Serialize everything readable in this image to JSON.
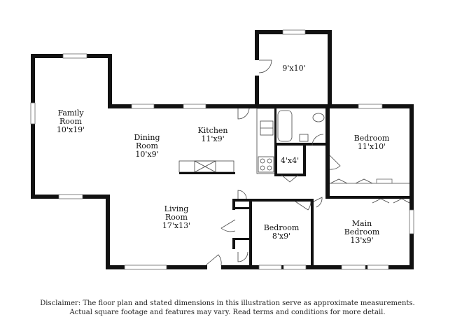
{
  "rooms": {
    "family_room": {
      "name_line1": "Family",
      "name_line2": "Room",
      "size": "10'x19'"
    },
    "dining_room": {
      "name_line1": "Dining",
      "name_line2": "Room",
      "size": "10'x9'"
    },
    "kitchen": {
      "name": "Kitchen",
      "size": "11'x9'"
    },
    "living_room": {
      "name_line1": "Living",
      "name_line2": "Room",
      "size": "17'x13'"
    },
    "utility": {
      "size": "9'x10'"
    },
    "closet": {
      "size": "4'x4'"
    },
    "bedroom_1": {
      "name": "Bedroom",
      "size": "11'x10'"
    },
    "bedroom_2": {
      "name": "Bedroom",
      "size": "8'x9'"
    },
    "main_bedroom": {
      "name_line1": "Main",
      "name_line2": "Bedroom",
      "size": "13'x9'"
    }
  },
  "disclaimer": {
    "line1": "Disclaimer: The floor plan and stated dimensions in this illustration serve as approximate measurements.",
    "line2": "Actual square footage and features may vary. Read terms and conditions for more detail."
  }
}
